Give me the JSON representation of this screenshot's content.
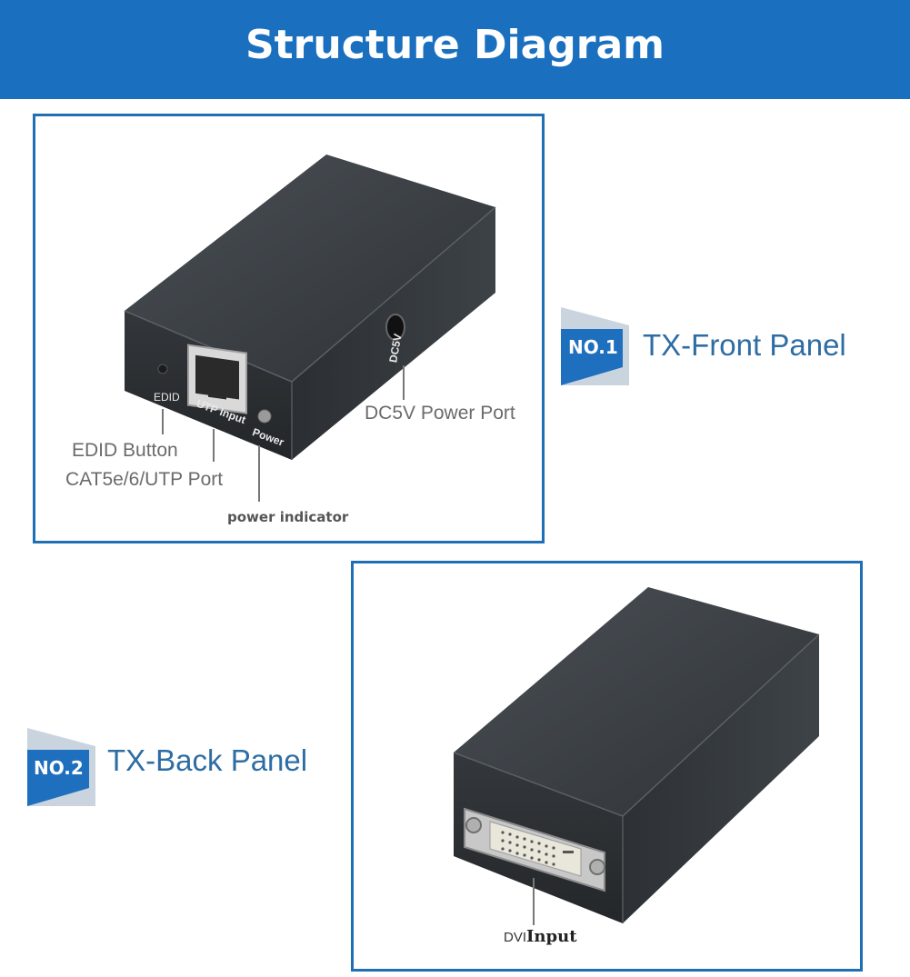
{
  "header": {
    "title": "Structure Diagram"
  },
  "panel1": {
    "badge": "NO.1",
    "title": "TX-Front Panel",
    "device_labels": {
      "edid": "EDID",
      "utp": "UTP Input",
      "power": "Power",
      "dc": "DC5V"
    },
    "callouts": {
      "dc_port": "DC5V Power Port",
      "edid_button": "EDID Button",
      "cat_port": "CAT5e/6/UTP Port",
      "power_indicator": "power indicator"
    }
  },
  "panel2": {
    "badge": "NO.2",
    "title": "TX-Back Panel",
    "callouts": {
      "dvi_prefix": "DVI",
      "dvi_suffix": "Input"
    }
  },
  "colors": {
    "header_bg": "#1a6fbf",
    "box_border": "#1f6fb5",
    "title_text": "#2e6da4",
    "device_body": "#3a3f44"
  }
}
